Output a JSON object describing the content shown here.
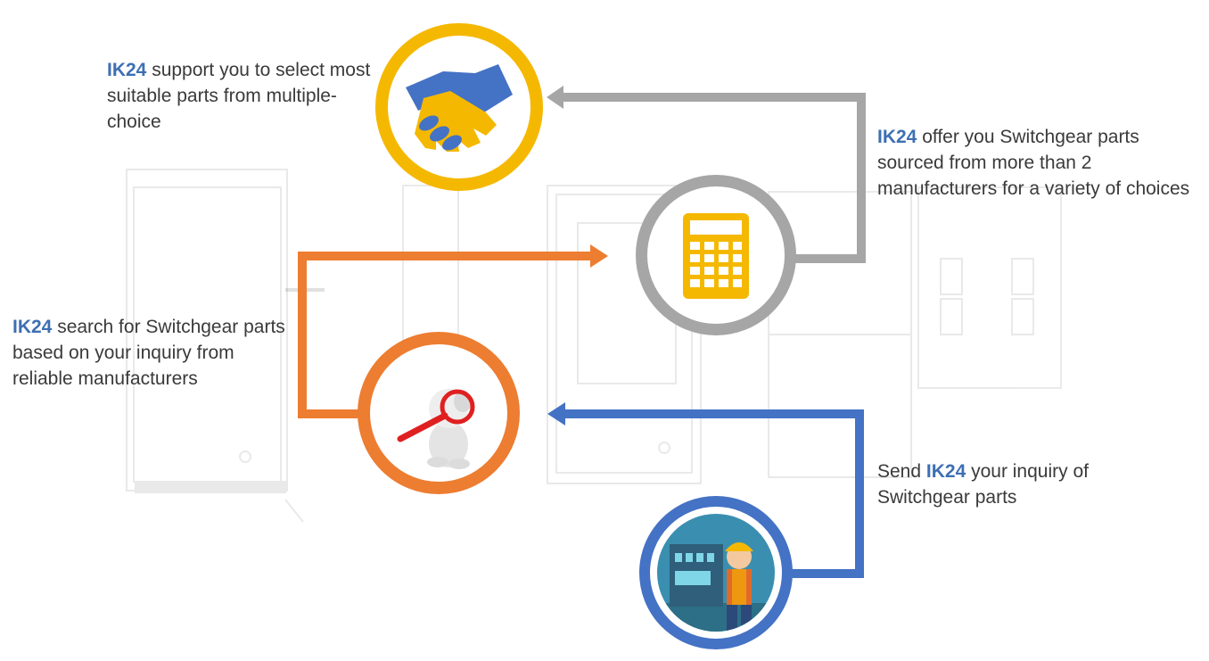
{
  "brand": "IK24",
  "steps": {
    "select": {
      "text": " support you to select most suitable parts from multiple-choice",
      "color": "#f5b800"
    },
    "offer": {
      "text": " offer you Switchgear parts sourced from more than 2 manufacturers for a variety of choices",
      "color": "#9e9e9e"
    },
    "search": {
      "text": " search for Switchgear parts based on your inquiry from reliable manufacturers",
      "color": "#ed7d31"
    },
    "send": {
      "before": "Send ",
      "after": " your inquiry of Switchgear parts",
      "color": "#4472c4"
    }
  },
  "icons": {
    "select": "handshake-icon",
    "offer": "calculator-icon",
    "search": "magnifier-figure-icon",
    "send": "engineer-icon"
  }
}
